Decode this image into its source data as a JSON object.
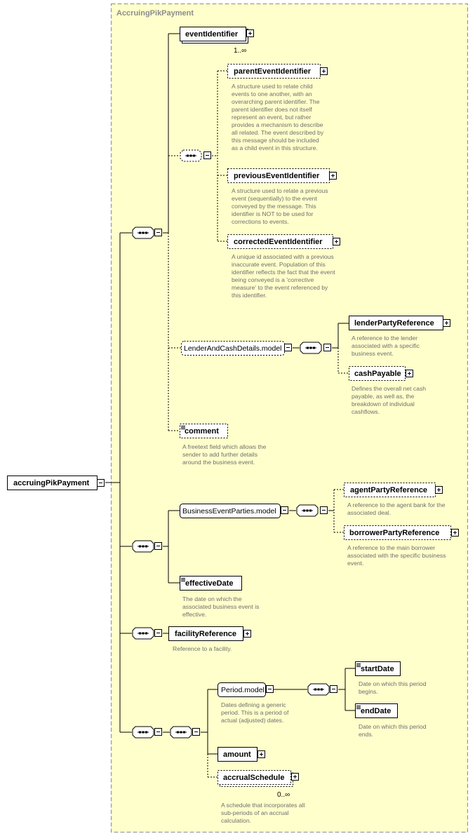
{
  "group_title": "AccruingPikPayment",
  "root": {
    "label": "accruingPikPayment"
  },
  "nodes": {
    "eventIdentifier": {
      "label": "eventIdentifier",
      "occurs": "1..∞"
    },
    "parentEventIdentifier": {
      "label": "parentEventIdentifier",
      "desc": "A structure used to relate child events to one another, with an overarching parent identifier. The parent identifier does not itself represent an event, but rather provides a mechanism to describe all related. The event described by this message should be included as a child event in this structure."
    },
    "previousEventIdentifier": {
      "label": "previousEventIdentifier",
      "desc": "A structure used to relate a previous event (sequentially) to the event conveyed by the message. This identifier is NOT to be used for corrections to events."
    },
    "correctedEventIdentifier": {
      "label": "correctedEventIdentifier",
      "desc": "A unique id associated with a previous inaccurate event. Population of this identifier reflects the fact that the event being conveyed is a 'corrective measure' to the event referenced by this identifier."
    },
    "lenderAndCashDetails": {
      "label": "LenderAndCashDetails.model"
    },
    "lenderPartyReference": {
      "label": "lenderPartyReference",
      "desc": "A reference to the lender associated with a specific business event."
    },
    "cashPayable": {
      "label": "cashPayable",
      "desc": "Defines the overall net cash payable, as well as, the breakdown of individual cashflows."
    },
    "comment": {
      "label": "comment",
      "desc": "A freetext field which allows the sender to add further details around the business event."
    },
    "businessEventParties": {
      "label": "BusinessEventParties.model"
    },
    "agentPartyReference": {
      "label": "agentPartyReference",
      "desc": "A reference to the agent bank for the associated deal."
    },
    "borrowerPartyReference": {
      "label": "borrowerPartyReference",
      "desc": "A reference to the main borrower associated with the specific business event."
    },
    "effectiveDate": {
      "label": "effectiveDate",
      "desc": "The date on which the associated business event is effective."
    },
    "facilityReference": {
      "label": "facilityReference",
      "desc": "Reference to a facility."
    },
    "periodModel": {
      "label": "Period.model",
      "desc": "Dates defining a generic period. This is a period of actual (adjusted) dates."
    },
    "startDate": {
      "label": "startDate",
      "desc": "Date on which this period begins."
    },
    "endDate": {
      "label": "endDate",
      "desc": "Date on which this period ends."
    },
    "amount": {
      "label": "amount"
    },
    "accrualSchedule": {
      "label": "accrualSchedule",
      "occurs": "0..∞",
      "desc": "A schedule that incorporates all sub-periods of an accrual calculation."
    }
  },
  "colors": {
    "group_fill": "#ffffcc",
    "group_border": "#8c8c8c",
    "description_text": "#6f6f6f"
  },
  "icons": [
    "sequence-compositor-icon",
    "expand-plus-icon",
    "collapse-minus-icon",
    "simple-type-icon"
  ]
}
